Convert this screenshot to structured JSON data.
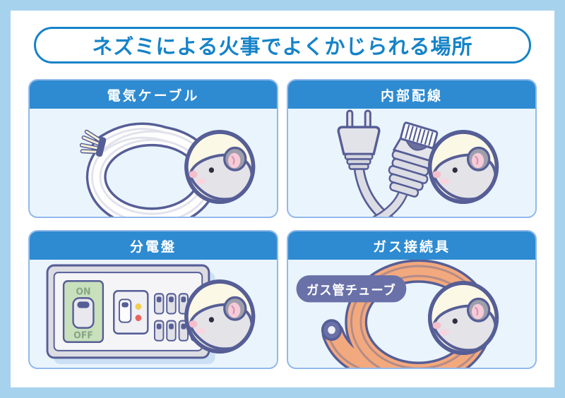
{
  "title": "ネズミによる火事でよくかじられる場所",
  "panels": [
    {
      "label": "電気ケーブル"
    },
    {
      "label": "内部配線"
    },
    {
      "label": "分電盤"
    },
    {
      "label": "ガス接続具",
      "badge": "ガス管チューブ"
    }
  ],
  "breaker_panel": {
    "on_label": "ON",
    "off_label": "OFF"
  },
  "colors": {
    "frame_border": "#A6D2EE",
    "title_blue": "#1583C8",
    "header_blue": "#2E8BD1",
    "panel_border": "#93B9EC",
    "panel_bg": "#E9F4FD",
    "outline_slate": "#565E96",
    "mouse_circle_bg": "#FBF8E5",
    "cable_white": "#FFFFFF",
    "gas_tube_orange": "#F3A97E",
    "badge_bg": "#6971A8",
    "breaker_green": "#C9E0BD",
    "indicator_yellow": "#F2CE4F",
    "indicator_red": "#E8645C"
  }
}
